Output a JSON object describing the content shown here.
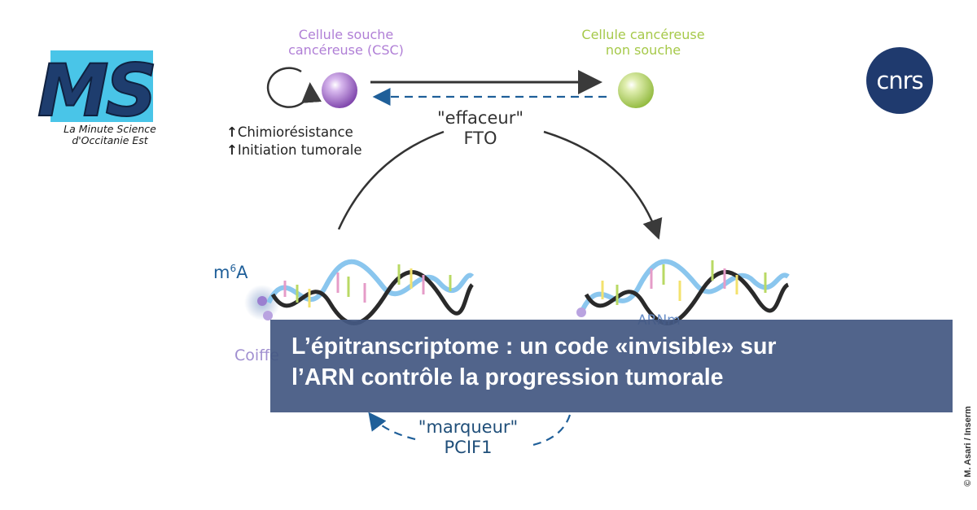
{
  "header": {
    "ms_logo": {
      "letters": "MS",
      "caption_line1": "La Minute Science",
      "caption_line2": "d'Occitanie Est"
    },
    "cnrs_logo": {
      "text": "cnrs"
    }
  },
  "diagram": {
    "csc": {
      "label_line1": "Cellule souche",
      "label_line2": "cancéreuse (CSC)",
      "color": "#b07fd6"
    },
    "non_csc": {
      "label_line1": "Cellule cancéreuse",
      "label_line2": "non souche",
      "color": "#bcd95e"
    },
    "properties": [
      {
        "arrow": "↑",
        "text": "Chimiorésistance"
      },
      {
        "arrow": "↑",
        "text": "Initiation tumorale"
      }
    ],
    "eraser": {
      "line1": "\"effaceur\"",
      "line2": "FTO"
    },
    "marker": {
      "line1": "\"marqueur\"",
      "line2": "PCIF1"
    },
    "m6a": {
      "base": "m",
      "sup": "6",
      "tail": "A"
    },
    "cap_label": "Coiffe",
    "mrna_label": "ARNm"
  },
  "title": {
    "line1": "L’épitranscriptome : un code «invisible» sur",
    "line2": "l’ARN contrôle la progression tumorale"
  },
  "credit": "© M. Asari / Inserm",
  "colors": {
    "title_bg": "#445882",
    "cnrs_blue": "#1f3a6e",
    "ms_cyan": "#49c5e8",
    "ms_navy": "#1e3d6e",
    "dash_blue": "#1f5f99"
  }
}
